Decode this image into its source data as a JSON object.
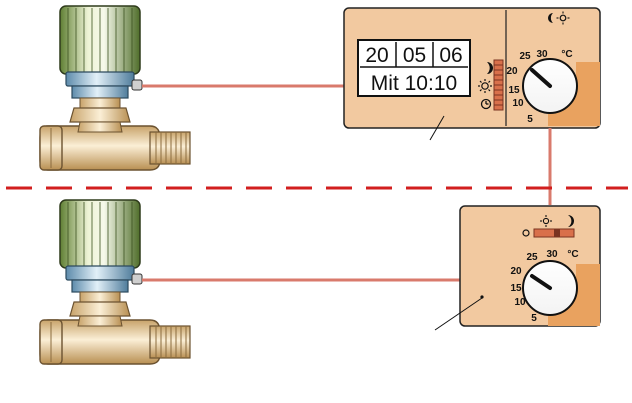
{
  "colors": {
    "panel": "#f2c9a0",
    "panel_dark": "#e9a25f",
    "pipe": "#d97a6c",
    "divider": "#d21f1f",
    "knob_light": "#eef3d6",
    "knob_dark": "#6f8d3e",
    "collar": "#a9cde3",
    "brass": "#f4dcb0"
  },
  "clock_unit": {
    "date_day": "20",
    "date_month": "05",
    "date_year": "06",
    "time_line": "Mit 10:10",
    "scale": [
      "30",
      "°C",
      "25",
      "20",
      "15",
      "10",
      "5"
    ],
    "icons": [
      "moon-sun-icon",
      "moon-icon",
      "sun-icon",
      "clock-icon"
    ]
  },
  "room_unit": {
    "scale": [
      "30",
      "°C",
      "25",
      "20",
      "15",
      "10",
      "5"
    ],
    "icons": [
      "sun-icon",
      "moon-icon",
      "off-circle-icon"
    ]
  }
}
